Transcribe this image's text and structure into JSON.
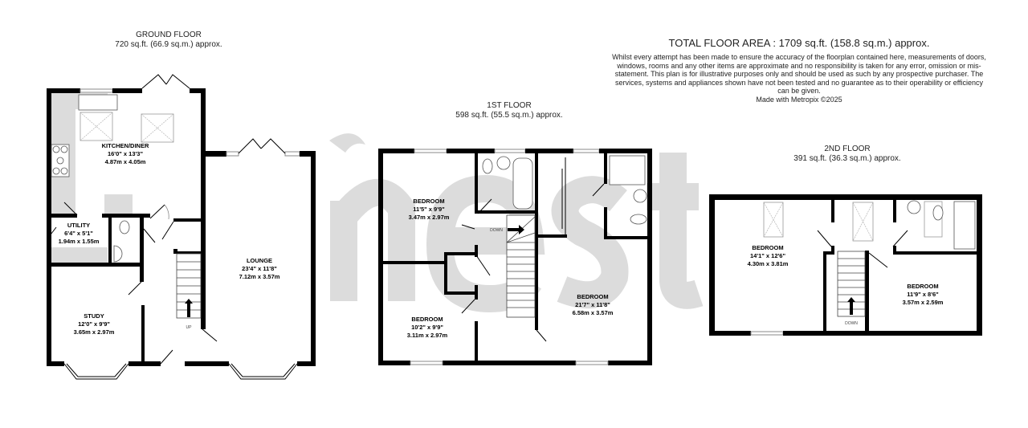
{
  "watermark": "nest",
  "colors": {
    "wall": "#000000",
    "watermark": "#dcdcdc",
    "counter": "#dcdcdc"
  },
  "total_area": "TOTAL FLOOR AREA : 1709 sq.ft. (158.8 sq.m.) approx.",
  "disclaimer": "Whilst every attempt has been made to ensure the accuracy of the floorplan contained here, measurements of doors, windows, rooms and any other items are approximate and no responsibility is taken for any error, omission or mis-statement. This plan is for illustrative purposes only and should be used as such by any prospective purchaser. The services, systems and appliances shown have not been tested and no guarantee as to their operability or efficiency can be given.",
  "credit": "Made with Metropix ©2025",
  "floors": {
    "ground": {
      "title": "GROUND FLOOR",
      "area": "720 sq.ft. (66.9 sq.m.) approx.",
      "rooms": {
        "kitchen": {
          "name": "KITCHEN/DINER",
          "imperial": "16'0\"  x 13'3\"",
          "metric": "4.87m  x 4.05m"
        },
        "utility": {
          "name": "UTILITY",
          "imperial": "6'4\"  x 5'1\"",
          "metric": "1.94m  x 1.55m"
        },
        "study": {
          "name": "STUDY",
          "imperial": "12'0\"  x 9'9\"",
          "metric": "3.65m  x 2.97m"
        },
        "lounge": {
          "name": "LOUNGE",
          "imperial": "23'4\"  x 11'8\"",
          "metric": "7.12m  x 3.57m"
        }
      },
      "stairs_label": "UP"
    },
    "first": {
      "title": "1ST FLOOR",
      "area": "598 sq.ft. (55.5 sq.m.) approx.",
      "rooms": {
        "bed1": {
          "name": "BEDROOM",
          "imperial": "11'5\"  x 9'9\"",
          "metric": "3.47m  x 2.97m"
        },
        "bed2": {
          "name": "BEDROOM",
          "imperial": "10'2\"  x 9'9\"",
          "metric": "3.11m  x 2.97m"
        },
        "bed3": {
          "name": "BEDROOM",
          "imperial": "21'7\"  x 11'8\"",
          "metric": "6.58m  x 3.57m"
        }
      },
      "stairs_label": "DOWN"
    },
    "second": {
      "title": "2ND FLOOR",
      "area": "391 sq.ft. (36.3 sq.m.) approx.",
      "rooms": {
        "bed1": {
          "name": "BEDROOM",
          "imperial": "14'1\"  x 12'6\"",
          "metric": "4.30m  x 3.81m"
        },
        "bed2": {
          "name": "BEDROOM",
          "imperial": "11'9\"  x 8'6\"",
          "metric": "3.57m  x 2.59m"
        }
      },
      "stairs_label": "DOWN"
    }
  }
}
